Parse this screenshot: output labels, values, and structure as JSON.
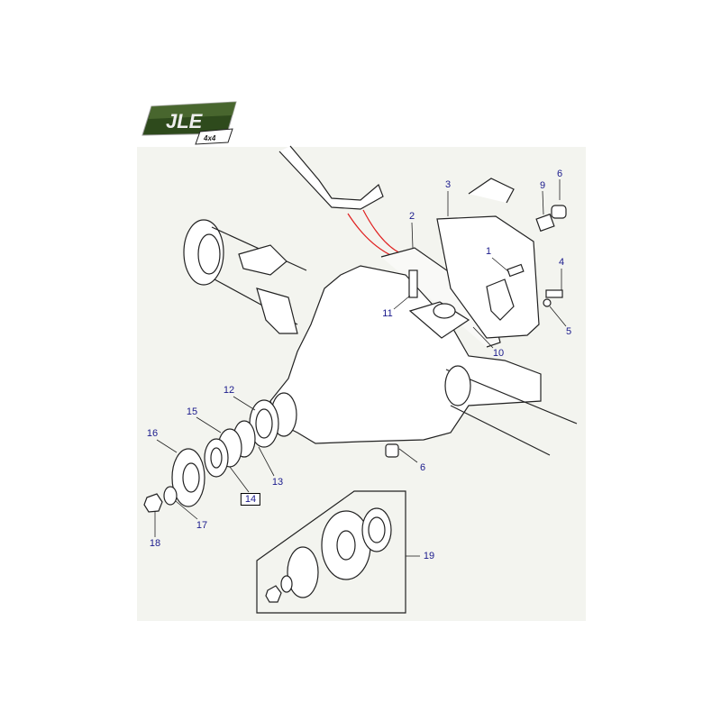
{
  "logo": {
    "brand": "JLE",
    "sub": "4x4",
    "color": "#2e4a1c"
  },
  "diagram": {
    "title": "Rear axle differential exploded view",
    "callouts": [
      {
        "id": "1",
        "text": "1"
      },
      {
        "id": "2",
        "text": "2"
      },
      {
        "id": "3",
        "text": "3"
      },
      {
        "id": "4",
        "text": "4"
      },
      {
        "id": "5",
        "text": "5"
      },
      {
        "id": "6a",
        "text": "6"
      },
      {
        "id": "6b",
        "text": "6"
      },
      {
        "id": "9",
        "text": "9"
      },
      {
        "id": "10",
        "text": "10"
      },
      {
        "id": "11",
        "text": "11"
      },
      {
        "id": "12",
        "text": "12"
      },
      {
        "id": "13",
        "text": "13"
      },
      {
        "id": "14",
        "text": "14"
      },
      {
        "id": "15",
        "text": "15"
      },
      {
        "id": "16",
        "text": "16"
      },
      {
        "id": "17",
        "text": "17"
      },
      {
        "id": "18",
        "text": "18"
      },
      {
        "id": "19",
        "text": "19"
      }
    ],
    "label_color": "#1a1a8c",
    "highlight_color": "#e02020"
  }
}
